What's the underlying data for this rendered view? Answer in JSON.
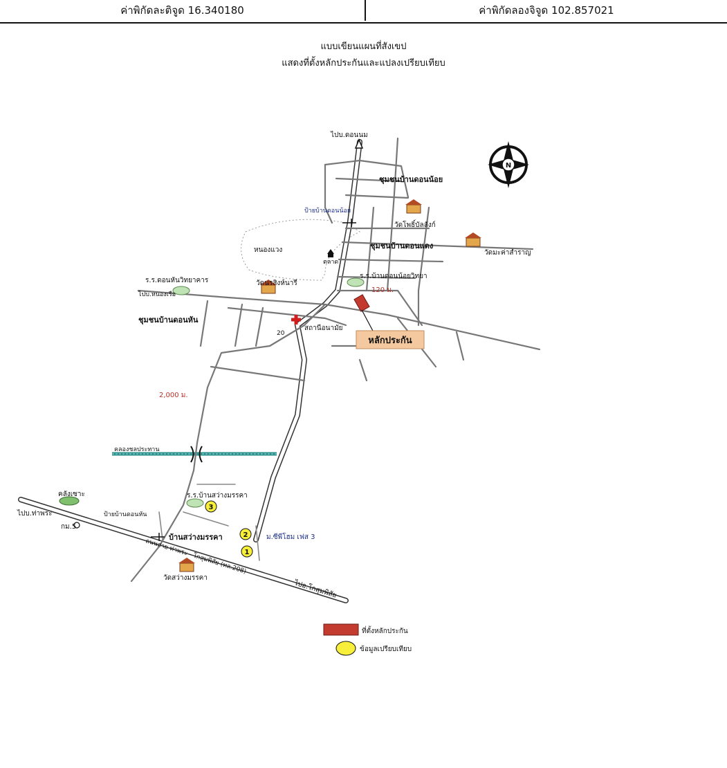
{
  "header": {
    "latitude": "ค่าพิกัดละติจูด 16.340180",
    "longitude": "ค่าพิกัดลองจิจูด 102.857021"
  },
  "title": {
    "line1": "แบบเขียนแผนที่สังเขป",
    "line2": "แสดงที่ตั้งหลักประกันและแปลงเปรียบเทียบ"
  },
  "map": {
    "north_letter": "N",
    "labels": {
      "to_donnom": "ไปบ.ดอนนม",
      "community_donnoi": "ชุมชนบ้านดอนน้อย",
      "sign_donnoi": "ป้ายบ้านดอนน้อย",
      "wat_pho": "วัดโพธิ์บัลลังก์",
      "nong_waeng": "หนองแวง",
      "community_dondaeng": "ชุมชนบ้านดอนแดง",
      "wat_matchima": "วัดมะค่าสำราญ",
      "market": "ตลาด",
      "school_donhan": "ร.ร.ดอนหันวิทยาคาร",
      "wat_donhan": "วัดนรสิงห์นารี",
      "school_donnoi": "ร.ร.บ้านดอนน้อยวิทยา",
      "to_nongruea": "ไปบ.หนองเรือ",
      "community_donhan": "ชุมชนบ้านดอนหัน",
      "health_station": "สถานีอนามัย",
      "road_no": "20",
      "distance_120": "120 ม.",
      "collateral": "หลักประกัน",
      "distance_2000": "2,000 ม.",
      "canal": "คลองชลประทาน",
      "khlong_saeng": "คลังเซาะ",
      "school_sawang": "ร.ร.บ้านสว่างมรรคา",
      "sign_donhan": "ป้ายบ้านดอนหัน",
      "to_thaphra": "ไปบ.ท่าพระ",
      "km5": "กม.5",
      "village_sawang": "บ้านสว่างมรรคา",
      "moo_baan": "ม.ซีพีโฮม เฟส 3",
      "highway": "ถนนสาย ท่าพระ - โกสุมพิสัย (ทล.208)",
      "to_kosum": "ไปอ.โกสุมพิสัย",
      "wat_sawang": "วัดสว่างมรรคา"
    },
    "markers": [
      "1",
      "2",
      "3"
    ]
  },
  "legend": {
    "collateral_site": "ที่ตั้งหลักประกัน",
    "comparison": "ข้อมูลเปรียบเทียบ"
  },
  "colors": {
    "collateral": "#c23b2e",
    "comparison": "#f7ef3a",
    "canal": "#2f8f8a",
    "callout": "#f5c9a0",
    "road": "#777777"
  }
}
